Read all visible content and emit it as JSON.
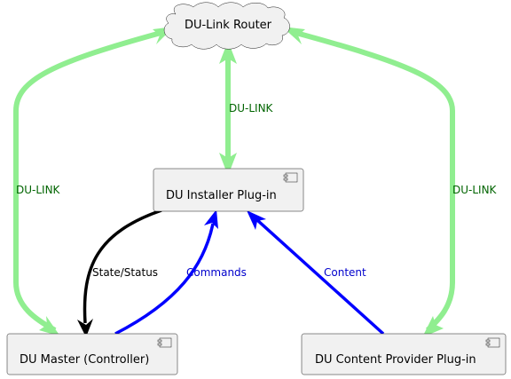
{
  "nodes": {
    "router": {
      "label": "DU-Link Router",
      "shape": "cloud"
    },
    "installer": {
      "label": "DU Installer Plug-in",
      "shape": "component"
    },
    "master": {
      "label": "DU Master (Controller)",
      "shape": "component"
    },
    "provider": {
      "label": "DU Content Provider Plug-in",
      "shape": "component"
    }
  },
  "edges": {
    "router_installer": {
      "label": "DU-LINK",
      "color": "#90ee90",
      "label_color": "#006400",
      "direction": "both"
    },
    "router_master": {
      "label": "DU-LINK",
      "color": "#90ee90",
      "label_color": "#006400",
      "direction": "both"
    },
    "router_provider": {
      "label": "DU-LINK",
      "color": "#90ee90",
      "label_color": "#006400",
      "direction": "both"
    },
    "installer_master": {
      "label": "State/Status",
      "color": "#000000",
      "label_color": "#000000",
      "direction": "to-master"
    },
    "master_installer": {
      "label": "Commands",
      "color": "#0000ff",
      "label_color": "#0000cc",
      "direction": "to-installer"
    },
    "provider_installer": {
      "label": "Content",
      "color": "#0000ff",
      "label_color": "#0000cc",
      "direction": "to-installer"
    }
  },
  "icons": {
    "component": "component-icon",
    "cloud": "cloud-icon"
  }
}
